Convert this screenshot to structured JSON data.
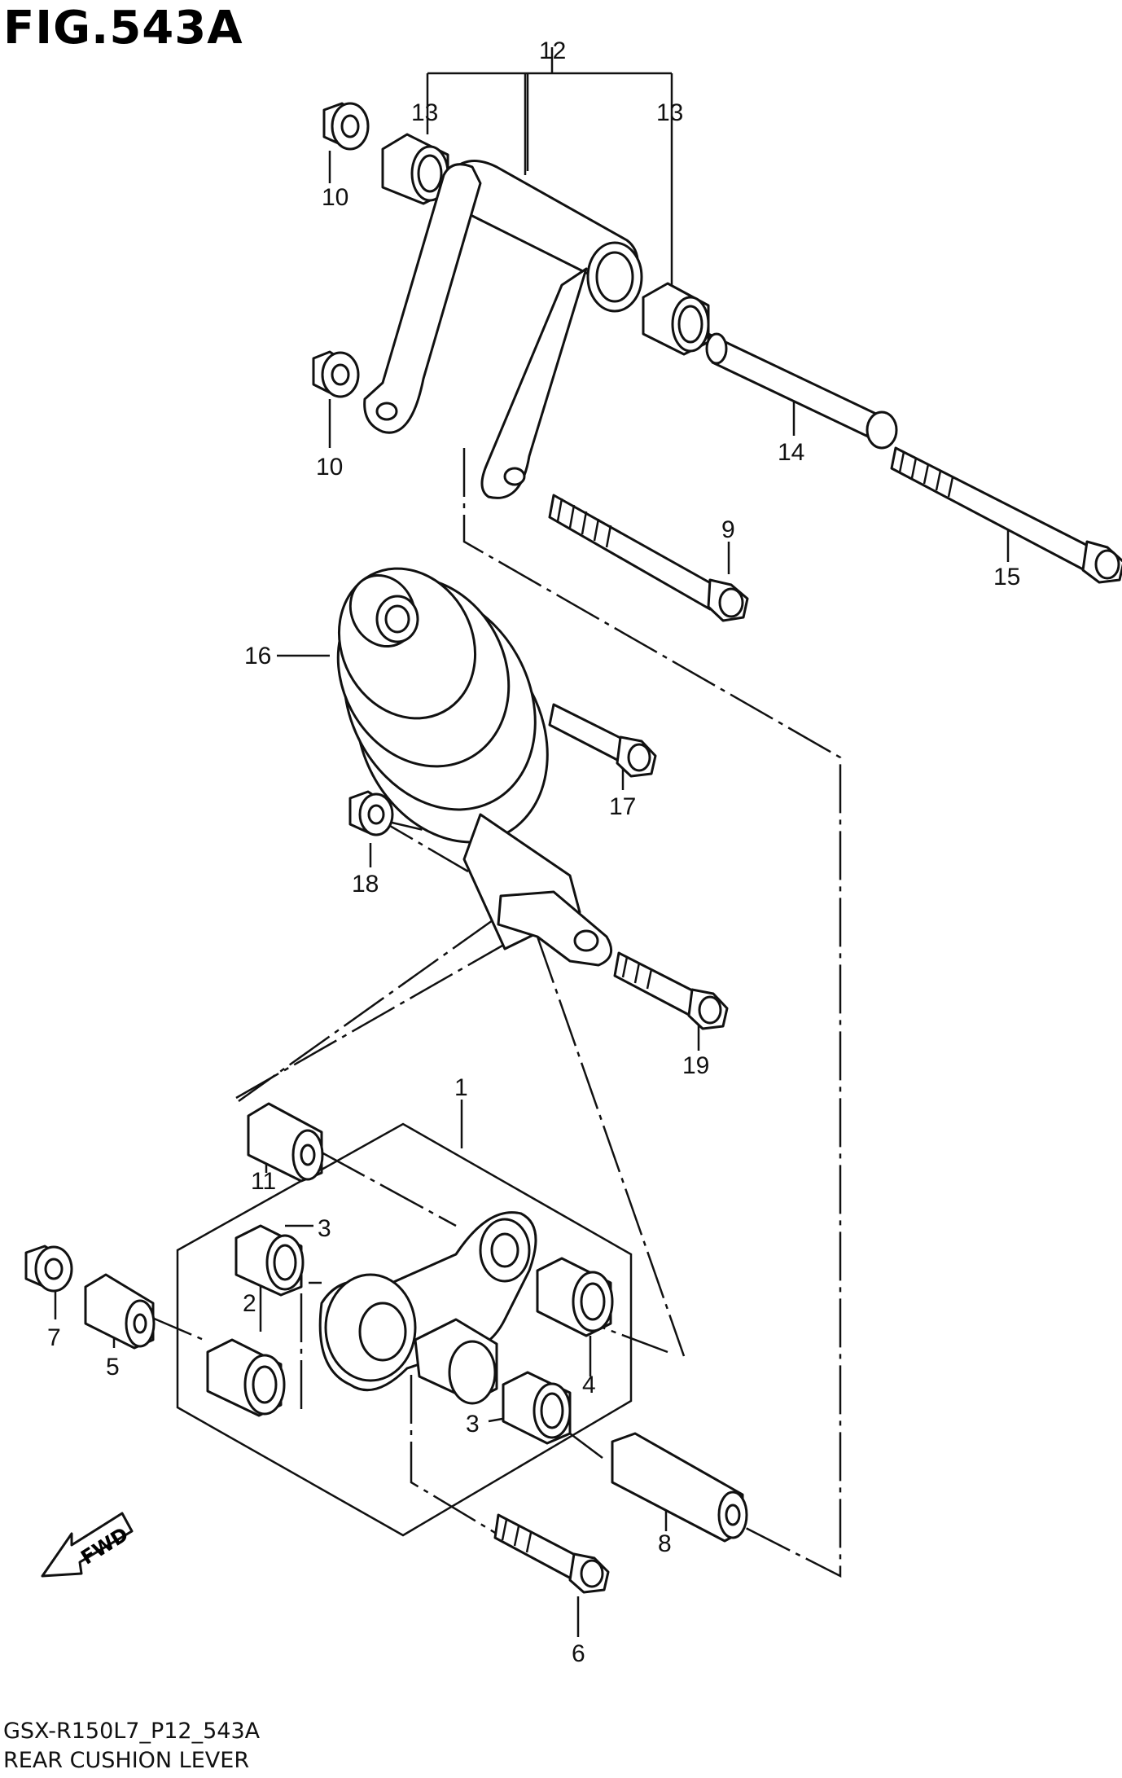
{
  "figure": {
    "title": "FIG.543A",
    "model_code": "GSX-R150L7_P12_543A",
    "caption": "REAR CUSHION LEVER"
  },
  "callouts": {
    "c1": "1",
    "c2": "2",
    "c3a": "3",
    "c3b": "3",
    "c4": "4",
    "c5": "5",
    "c6": "6",
    "c7": "7",
    "c8": "8",
    "c9": "9",
    "c10a": "10",
    "c10b": "10",
    "c11": "11",
    "c12": "12",
    "c13a": "13",
    "c13b": "13",
    "c14": "14",
    "c15": "15",
    "c16": "16",
    "c17": "17",
    "c18": "18",
    "c19": "19"
  },
  "direction_badge": "FWD"
}
